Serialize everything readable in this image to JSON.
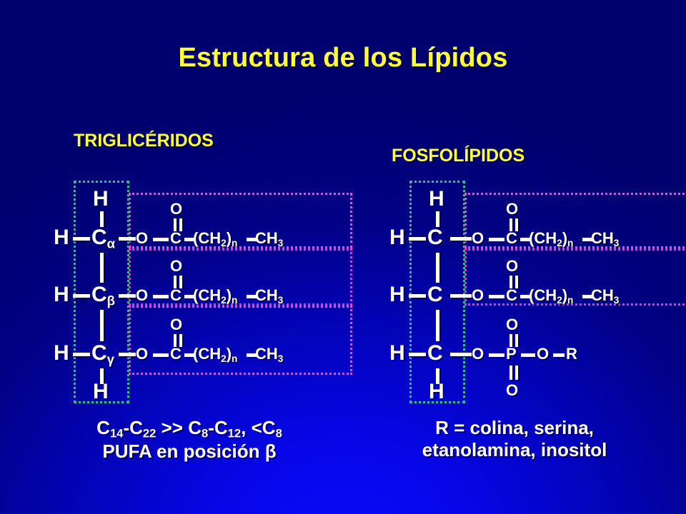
{
  "slide": {
    "title": "Estructura de los Lípidos",
    "background_color_dark": "#00006e",
    "background_color_bright": "#0b0bff",
    "title_color": "#ffff33",
    "text_color": "#ffffff",
    "glycerol_box_color": "#2bbf8a",
    "acyl_box_color": "#e24bdc"
  },
  "sections": {
    "left": {
      "heading": "TRIGLICÉRIDOS",
      "glycerol": {
        "top_h": "H",
        "bottom_h": "H",
        "carbons": [
          {
            "left_h": "H",
            "carbon": "C",
            "subscript": "α"
          },
          {
            "left_h": "H",
            "carbon": "C",
            "subscript": "β"
          },
          {
            "left_h": "H",
            "carbon": "C",
            "subscript": "γ"
          }
        ]
      },
      "chains": [
        {
          "ester_o": "O",
          "carbonyl_c": "C",
          "carbonyl_o": "O",
          "methylene": "(CH2)n",
          "terminal": "CH3"
        },
        {
          "ester_o": "O",
          "carbonyl_c": "C",
          "carbonyl_o": "O",
          "methylene": "(CH2)n",
          "terminal": "CH3"
        },
        {
          "ester_o": "O",
          "carbonyl_c": "C",
          "carbonyl_o": "O",
          "methylene": "(CH2)n",
          "terminal": "CH3"
        }
      ],
      "caption_line1": "C14-C22 >> C8-C12, <C8",
      "caption_line2": "PUFA en posición β"
    },
    "right": {
      "heading": "FOSFOLÍPIDOS",
      "glycerol": {
        "top_h": "H",
        "bottom_h": "H",
        "carbons": [
          {
            "left_h": "H",
            "carbon": "C",
            "subscript": ""
          },
          {
            "left_h": "H",
            "carbon": "C",
            "subscript": ""
          },
          {
            "left_h": "H",
            "carbon": "C",
            "subscript": ""
          }
        ]
      },
      "chains": [
        {
          "ester_o": "O",
          "carbonyl_c": "C",
          "carbonyl_o": "O",
          "methylene": "(CH2)n",
          "terminal": "CH3"
        },
        {
          "ester_o": "O",
          "carbonyl_c": "C",
          "carbonyl_o": "O",
          "methylene": "(CH2)n",
          "terminal": "CH3"
        }
      ],
      "phosphate": {
        "ester_o": "O",
        "phosphorus": "P",
        "top_o": "O",
        "bottom_o": "O",
        "bridge_o": "O",
        "r_group": "R"
      },
      "caption_line1": "R = colina, serina,",
      "caption_line2": "etanolamina, inositol"
    }
  }
}
